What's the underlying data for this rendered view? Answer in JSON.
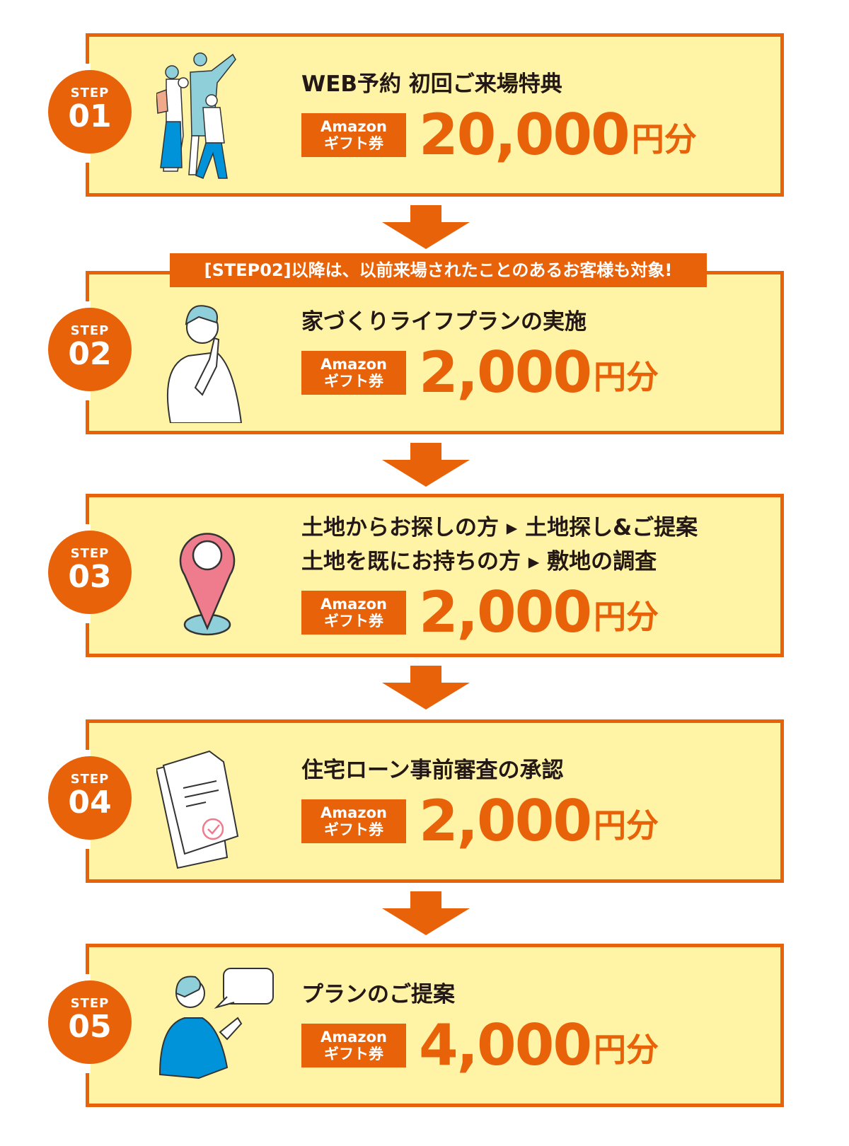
{
  "notice": "[STEP02]以降は、以前来場されたことのあるお客様も対象!",
  "badge": {
    "line1": "Amazon",
    "line2": "ギフト券"
  },
  "unit": "円分",
  "step_label": "STEP",
  "steps": [
    {
      "num": "01",
      "titles": [
        "WEB予約 初回ご来場特典"
      ],
      "amount": "20,000",
      "icon": "family-walking-icon"
    },
    {
      "num": "02",
      "titles": [
        "家づくりライフプランの実施"
      ],
      "amount": "2,000",
      "icon": "thinking-man-icon"
    },
    {
      "num": "03",
      "titles": [
        "土地からお探しの方 ▸ 土地探し&ご提案",
        "土地を既にお持ちの方 ▸ 敷地の調査"
      ],
      "amount": "2,000",
      "icon": "map-pin-icon"
    },
    {
      "num": "04",
      "titles": [
        "住宅ローン事前審査の承認"
      ],
      "amount": "2,000",
      "icon": "document-check-icon"
    },
    {
      "num": "05",
      "titles": [
        "プランのご提案"
      ],
      "amount": "4,000",
      "icon": "woman-speech-icon"
    }
  ],
  "colors": {
    "accent": "#E8620A",
    "card": "#FFF3A5",
    "text": "#231815"
  }
}
